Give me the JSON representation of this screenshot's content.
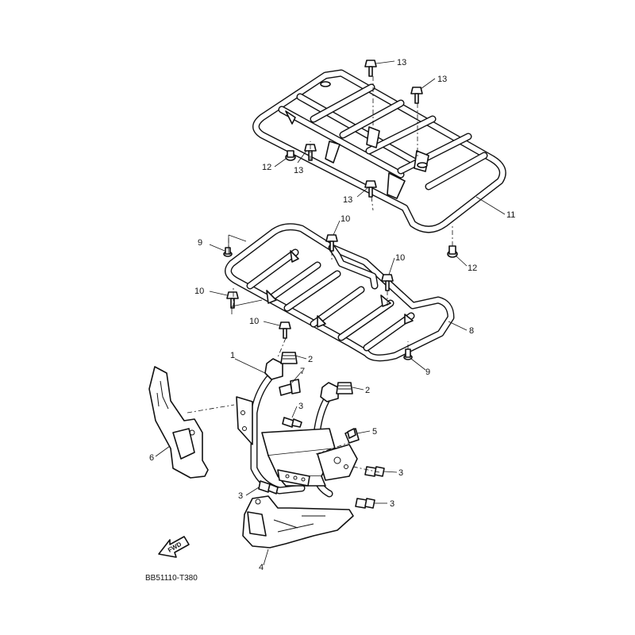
{
  "diagram_code": "BB51110-T380",
  "fwd_label": "FWD",
  "callouts": [
    {
      "id": "13a",
      "text": "13"
    },
    {
      "id": "13b",
      "text": "13"
    },
    {
      "id": "13c",
      "text": "13"
    },
    {
      "id": "13d",
      "text": "13"
    },
    {
      "id": "12a",
      "text": "12"
    },
    {
      "id": "11",
      "text": "11"
    },
    {
      "id": "12b",
      "text": "12"
    },
    {
      "id": "9a",
      "text": "9"
    },
    {
      "id": "10a",
      "text": "10"
    },
    {
      "id": "10b",
      "text": "10"
    },
    {
      "id": "10c",
      "text": "10"
    },
    {
      "id": "10d",
      "text": "10"
    },
    {
      "id": "8",
      "text": "8"
    },
    {
      "id": "9b",
      "text": "9"
    },
    {
      "id": "1",
      "text": "1"
    },
    {
      "id": "2a",
      "text": "2"
    },
    {
      "id": "7",
      "text": "7"
    },
    {
      "id": "2b",
      "text": "2"
    },
    {
      "id": "3a",
      "text": "3"
    },
    {
      "id": "5",
      "text": "5"
    },
    {
      "id": "6",
      "text": "6"
    },
    {
      "id": "3b",
      "text": "3"
    },
    {
      "id": "3c",
      "text": "3"
    },
    {
      "id": "3d",
      "text": "3"
    },
    {
      "id": "4",
      "text": "4"
    }
  ]
}
